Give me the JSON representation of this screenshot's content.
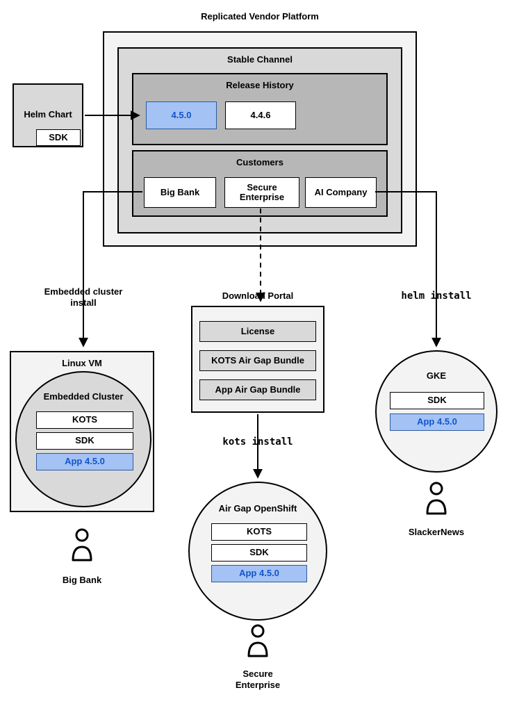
{
  "title": "Replicated Vendor Platform",
  "platform": {
    "stable_channel": {
      "label": "Stable Channel",
      "release_history": {
        "label": "Release History",
        "releases": [
          "4.5.0",
          "4.4.6"
        ],
        "highlighted_release": "4.5.0"
      },
      "customers": {
        "label": "Customers",
        "items": [
          "Big Bank",
          "Secure Enterprise",
          "AI Company"
        ]
      }
    }
  },
  "helm_chart": {
    "label": "Helm Chart",
    "sdk": "SDK"
  },
  "left_flow": {
    "arrow_label": "Embedded cluster install",
    "vm_label": "Linux VM",
    "cluster_label": "Embedded Cluster",
    "components": [
      "KOTS",
      "SDK",
      "App 4.5.0"
    ],
    "user": "Big Bank"
  },
  "middle_flow": {
    "portal_label": "Download Portal",
    "portal_items": [
      "License",
      "KOTS Air Gap Bundle",
      "App Air Gap Bundle"
    ],
    "install_label": "kots install",
    "cluster_label": "Air Gap OpenShift",
    "components": [
      "KOTS",
      "SDK",
      "App 4.5.0"
    ],
    "user": "Secure Enterprise"
  },
  "right_flow": {
    "install_label": "helm install",
    "cluster_label": "GKE",
    "components": [
      "SDK",
      "App 4.5.0"
    ],
    "user": "SlackerNews"
  },
  "colors": {
    "highlight_fill": "#a4c2f4",
    "highlight_border": "#2e5a9c",
    "highlight_text": "#1155cc",
    "gray_light": "#f3f3f3",
    "gray_mid": "#d9d9d9",
    "gray_dark": "#b7b7b7"
  }
}
